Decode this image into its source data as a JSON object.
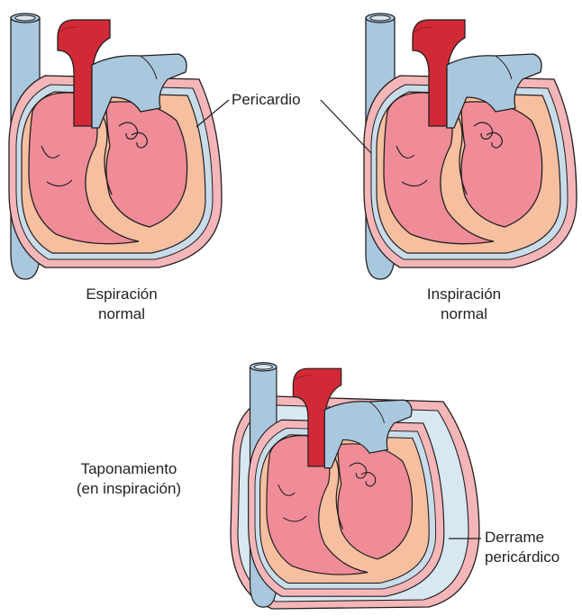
{
  "labels": {
    "pericardium": "Pericardio",
    "expiration_line1": "Espiración",
    "expiration_line2": "normal",
    "inspiration_line1": "Inspiración",
    "inspiration_line2": "normal",
    "tamponade_line1": "Taponamiento",
    "tamponade_line2": "(en inspiración)",
    "effusion_line1": "Derrame",
    "effusion_line2": "pericárdico"
  },
  "colors": {
    "vein_blue": "#a9c8de",
    "aorta_red": "#d12a36",
    "pericardium_pink": "#f4b6b8",
    "epicardial_fat": "#f5bfa0",
    "chamber_pink": "#ef8c97",
    "pericardial_line": "#c9dcea",
    "effusion_fluid": "#d8e8f3",
    "outline": "#231f20"
  },
  "panels": [
    "normal-expiration",
    "normal-inspiration",
    "tamponade-inspiration"
  ]
}
